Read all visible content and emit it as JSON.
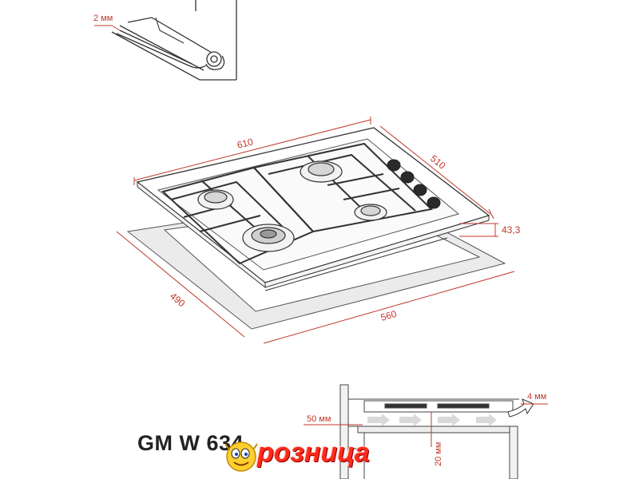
{
  "dimensions": {
    "gap_top": "2 мм",
    "width_top": "610",
    "depth_top": "510",
    "height": "43,3",
    "cutout_depth": "490",
    "cutout_width": "560",
    "clearance_side": "50 мм",
    "vent_gap": "4 мм",
    "clearance_bottom": "20 мм"
  },
  "model": "GM W 634",
  "brand": "розница",
  "colors": {
    "dimension": "#c0392b",
    "line": "#333333",
    "brand": "#ff2a1a"
  }
}
